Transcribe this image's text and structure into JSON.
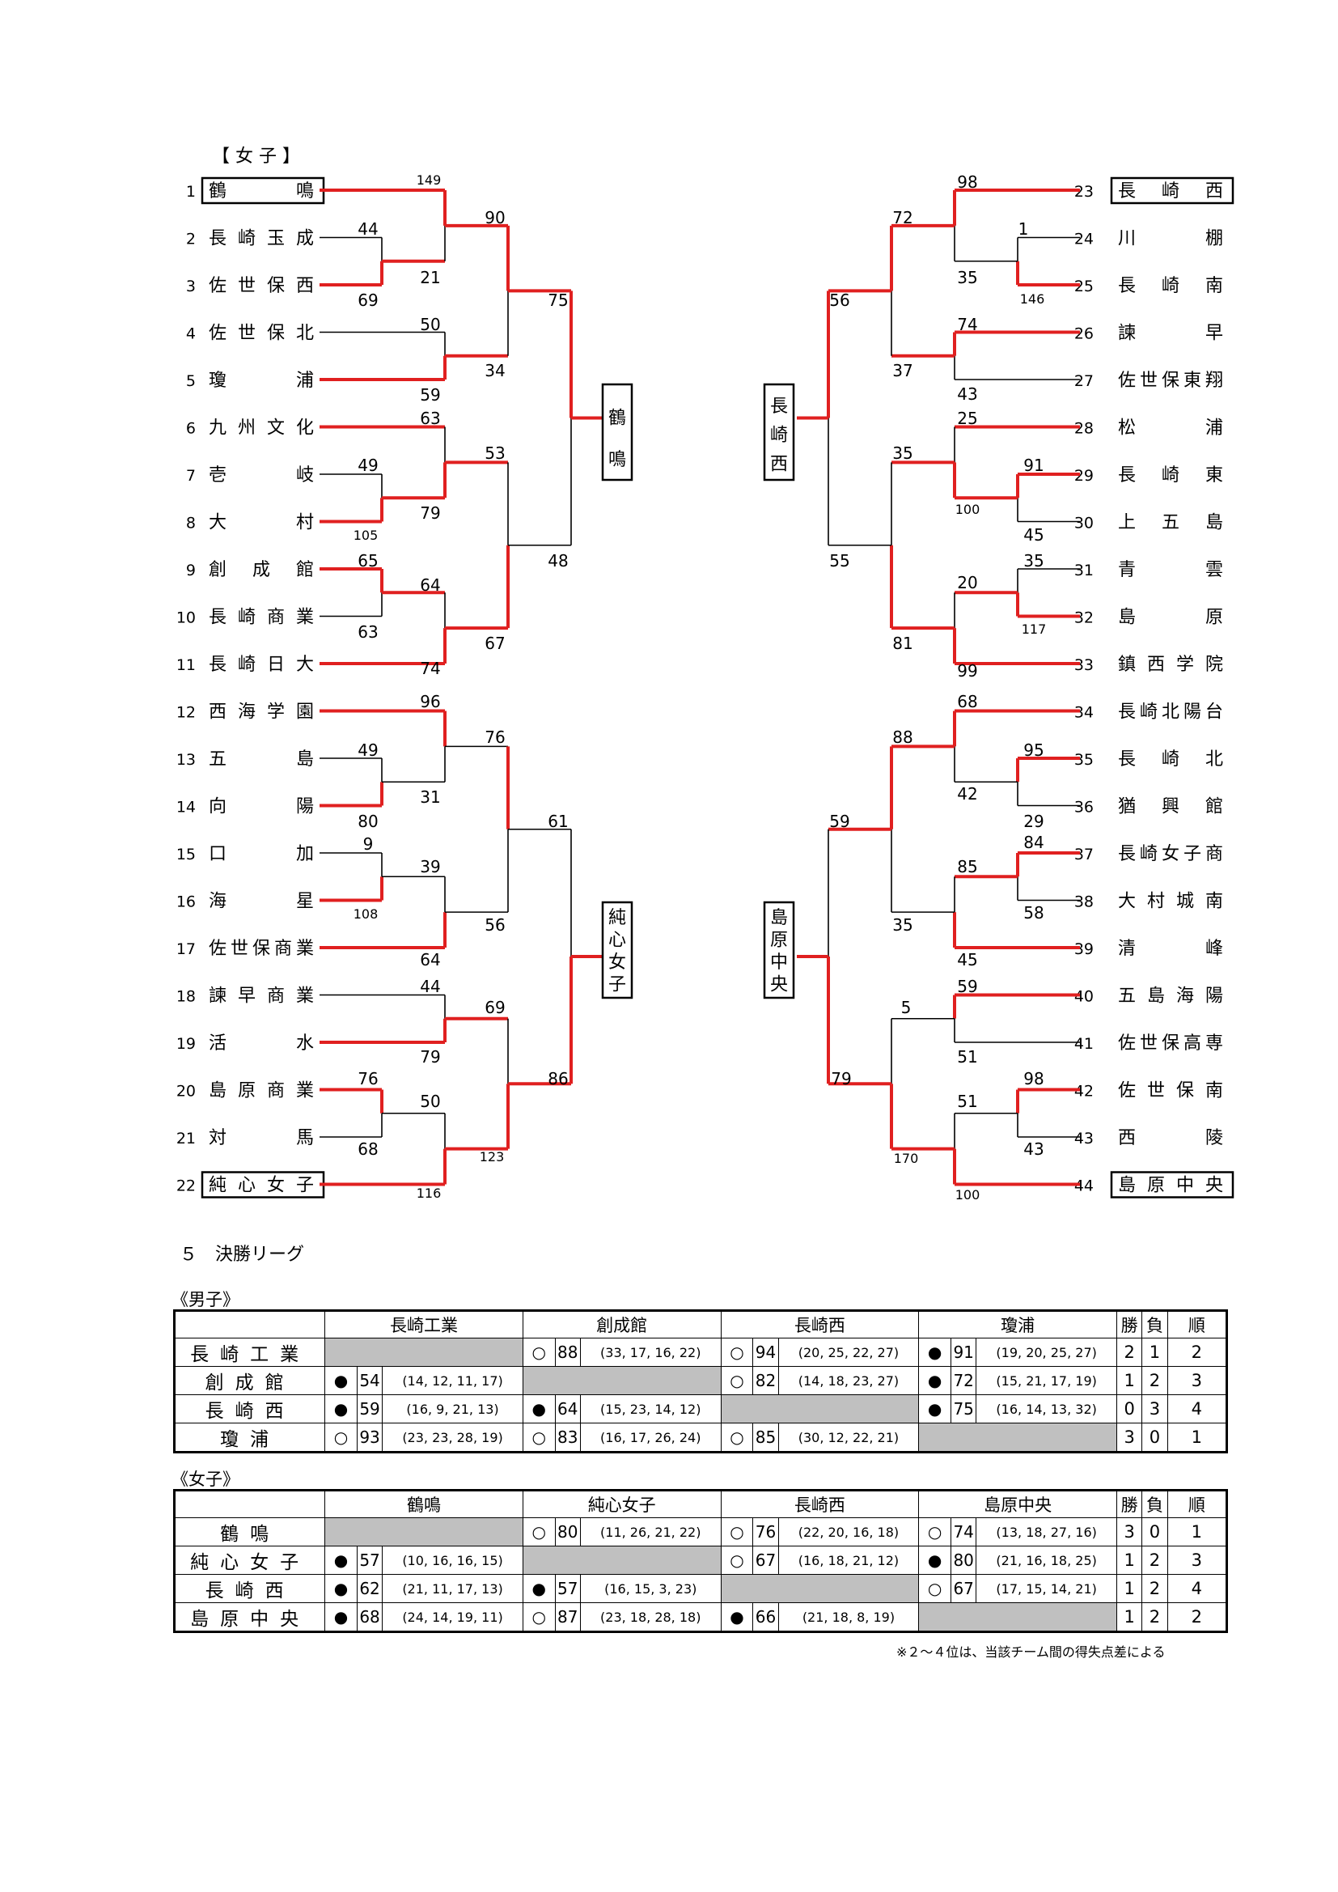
{
  "bracket": {
    "section_label": "【 女 子 】",
    "left_teams": [
      {
        "no": "1",
        "name": "鶴鳴"
      },
      {
        "no": "2",
        "name": "長崎玉成"
      },
      {
        "no": "3",
        "name": "佐世保西"
      },
      {
        "no": "4",
        "name": "佐世保北"
      },
      {
        "no": "5",
        "name": "瓊浦"
      },
      {
        "no": "6",
        "name": "九州文化"
      },
      {
        "no": "7",
        "name": "壱岐"
      },
      {
        "no": "8",
        "name": "大村"
      },
      {
        "no": "9",
        "name": "創成館"
      },
      {
        "no": "10",
        "name": "長崎商業"
      },
      {
        "no": "11",
        "name": "長崎日大"
      },
      {
        "no": "12",
        "name": "西海学園"
      },
      {
        "no": "13",
        "name": "五島"
      },
      {
        "no": "14",
        "name": "向陽"
      },
      {
        "no": "15",
        "name": "口加"
      },
      {
        "no": "16",
        "name": "海星"
      },
      {
        "no": "17",
        "name": "佐世保商業"
      },
      {
        "no": "18",
        "name": "諫早商業"
      },
      {
        "no": "19",
        "name": "活水"
      },
      {
        "no": "20",
        "name": "島原商業"
      },
      {
        "no": "21",
        "name": "対馬"
      },
      {
        "no": "22",
        "name": "純心女子"
      }
    ],
    "right_teams": [
      {
        "no": "23",
        "name": "長崎西"
      },
      {
        "no": "24",
        "name": "川棚"
      },
      {
        "no": "25",
        "name": "長崎南"
      },
      {
        "no": "26",
        "name": "諫早"
      },
      {
        "no": "27",
        "name": "佐世保東翔"
      },
      {
        "no": "28",
        "name": "松浦"
      },
      {
        "no": "29",
        "name": "長崎東"
      },
      {
        "no": "30",
        "name": "上五島"
      },
      {
        "no": "31",
        "name": "青雲"
      },
      {
        "no": "32",
        "name": "島原"
      },
      {
        "no": "33",
        "name": "鎮西学院"
      },
      {
        "no": "34",
        "name": "長崎北陽台"
      },
      {
        "no": "35",
        "name": "長崎北"
      },
      {
        "no": "36",
        "name": "猶興館"
      },
      {
        "no": "37",
        "name": "長崎女子商"
      },
      {
        "no": "38",
        "name": "大村城南"
      },
      {
        "no": "39",
        "name": "清峰"
      },
      {
        "no": "40",
        "name": "五島海陽"
      },
      {
        "no": "41",
        "name": "佐世保高専"
      },
      {
        "no": "42",
        "name": "佐世保南"
      },
      {
        "no": "43",
        "name": "西陵"
      },
      {
        "no": "44",
        "name": "島原中央"
      }
    ],
    "winners": [
      "鶴鳴",
      "長崎西",
      "純心女子",
      "島原中央"
    ],
    "scores": [
      "149",
      "44",
      "69",
      "21",
      "90",
      "50",
      "59",
      "34",
      "63",
      "49",
      "105",
      "79",
      "53",
      "75",
      "48",
      "65",
      "63",
      "64",
      "74",
      "67",
      "96",
      "49",
      "80",
      "31",
      "76",
      "9",
      "108",
      "39",
      "64",
      "56",
      "61",
      "44",
      "79",
      "69",
      "76",
      "50",
      "68",
      "123",
      "116",
      "86",
      "98",
      "1",
      "146",
      "35",
      "72",
      "74",
      "43",
      "37",
      "56",
      "25",
      "91",
      "100",
      "35",
      "45",
      "35",
      "117",
      "20",
      "99",
      "81",
      "55",
      "68",
      "95",
      "29",
      "42",
      "88",
      "84",
      "58",
      "85",
      "45",
      "35",
      "59",
      "59",
      "51",
      "5",
      "98",
      "43",
      "51",
      "170",
      "100",
      "79"
    ]
  },
  "league": {
    "title": "５　決勝リーグ",
    "men": {
      "label": "《男子》",
      "headers": [
        "長崎工業",
        "創成館",
        "長崎西",
        "瓊浦",
        "勝",
        "負",
        "順"
      ],
      "rows": [
        {
          "team": "長崎工業",
          "cells": [
            null,
            {
              "m": "○",
              "s": "88",
              "sets": "(33, 17, 16, 22)"
            },
            {
              "m": "○",
              "s": "94",
              "sets": "(20, 25, 22, 27)"
            },
            {
              "m": "●",
              "s": "91",
              "sets": "(19, 20, 25, 27)"
            }
          ],
          "w": "2",
          "l": "1",
          "r": "2"
        },
        {
          "team": "創成館",
          "cells": [
            {
              "m": "●",
              "s": "54",
              "sets": "(14, 12, 11, 17)"
            },
            null,
            {
              "m": "○",
              "s": "82",
              "sets": "(14, 18, 23, 27)"
            },
            {
              "m": "●",
              "s": "72",
              "sets": "(15, 21, 17, 19)"
            }
          ],
          "w": "1",
          "l": "2",
          "r": "3"
        },
        {
          "team": "長崎西",
          "cells": [
            {
              "m": "●",
              "s": "59",
              "sets": "(16, 9, 21, 13)"
            },
            {
              "m": "●",
              "s": "64",
              "sets": "(15, 23, 14, 12)"
            },
            null,
            {
              "m": "●",
              "s": "75",
              "sets": "(16, 14, 13, 32)"
            }
          ],
          "w": "0",
          "l": "3",
          "r": "4"
        },
        {
          "team": "瓊浦",
          "cells": [
            {
              "m": "○",
              "s": "93",
              "sets": "(23, 23, 28, 19)"
            },
            {
              "m": "○",
              "s": "83",
              "sets": "(16, 17, 26, 24)"
            },
            {
              "m": "○",
              "s": "85",
              "sets": "(30, 12, 22, 21)"
            },
            null
          ],
          "w": "3",
          "l": "0",
          "r": "1"
        }
      ]
    },
    "women": {
      "label": "《女子》",
      "headers": [
        "鶴鳴",
        "純心女子",
        "長崎西",
        "島原中央",
        "勝",
        "負",
        "順"
      ],
      "rows": [
        {
          "team": "鶴鳴",
          "cells": [
            null,
            {
              "m": "○",
              "s": "80",
              "sets": "(11, 26, 21, 22)"
            },
            {
              "m": "○",
              "s": "76",
              "sets": "(22, 20, 16, 18)"
            },
            {
              "m": "○",
              "s": "74",
              "sets": "(13, 18, 27, 16)"
            }
          ],
          "w": "3",
          "l": "0",
          "r": "1"
        },
        {
          "team": "純心女子",
          "cells": [
            {
              "m": "●",
              "s": "57",
              "sets": "(10, 16, 16, 15)"
            },
            null,
            {
              "m": "○",
              "s": "67",
              "sets": "(16, 18, 21, 12)"
            },
            {
              "m": "●",
              "s": "80",
              "sets": "(21, 16, 18, 25)"
            }
          ],
          "w": "1",
          "l": "2",
          "r": "3"
        },
        {
          "team": "長崎西",
          "cells": [
            {
              "m": "●",
              "s": "62",
              "sets": "(21, 11, 17, 13)"
            },
            {
              "m": "●",
              "s": "57",
              "sets": "(16, 15, 3, 23)"
            },
            null,
            {
              "m": "○",
              "s": "67",
              "sets": "(17, 15, 14, 21)"
            }
          ],
          "w": "1",
          "l": "2",
          "r": "4"
        },
        {
          "team": "島原中央",
          "cells": [
            {
              "m": "●",
              "s": "68",
              "sets": "(24, 14, 19, 11)"
            },
            {
              "m": "○",
              "s": "87",
              "sets": "(23, 18, 28, 18)"
            },
            {
              "m": "●",
              "s": "66",
              "sets": "(21, 18, 8, 19)"
            },
            null
          ],
          "w": "1",
          "l": "2",
          "r": "2"
        }
      ],
      "note": "※２～４位は、当該チーム間の得失点差による"
    }
  },
  "colors": {
    "winner_line": "#e02020",
    "line": "#000000",
    "grey": "#c0c0c0"
  }
}
